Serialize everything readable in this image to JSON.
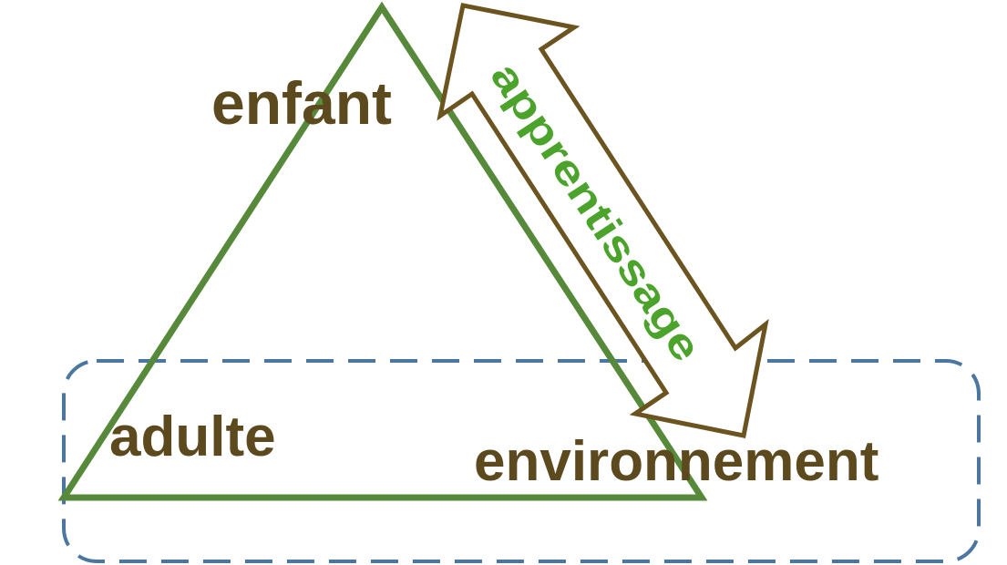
{
  "nodes": {
    "top": "enfant",
    "bottom_left": "adulte",
    "bottom_right": "environnement"
  },
  "relation": {
    "label": "apprentissage"
  },
  "colors": {
    "triangle_stroke": "#568a3a",
    "node_text": "#5c4a1e",
    "arrow_stroke": "#6b5420",
    "relation_text": "#4ca32b",
    "dashed_box_stroke": "#4a76a0",
    "background": "#ffffff"
  }
}
